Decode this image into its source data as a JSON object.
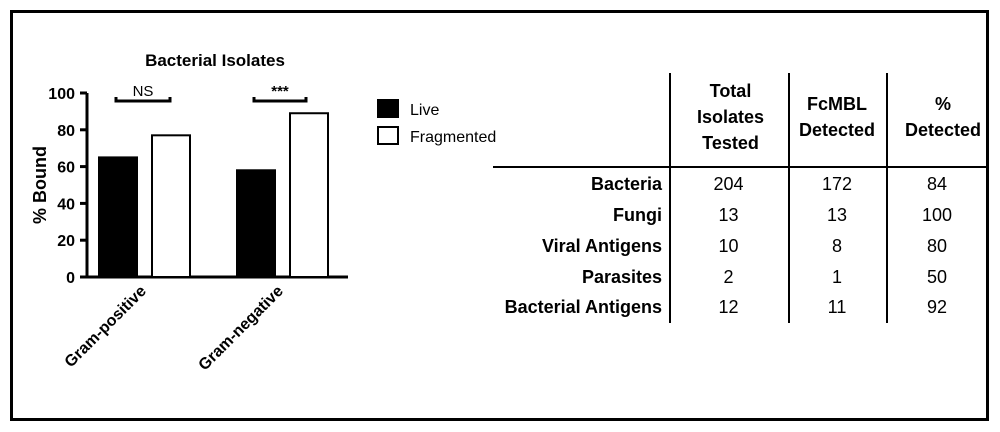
{
  "chart_data": {
    "type": "bar",
    "title": "Bacterial Isolates",
    "ylabel": "% Bound",
    "xlabel": "",
    "categories": [
      "Gram-positive",
      "Gram-negative"
    ],
    "series": [
      {
        "name": "Live",
        "values": [
          65,
          58
        ],
        "color": "#000000"
      },
      {
        "name": "Fragmented",
        "values": [
          77,
          89
        ],
        "color": "#ffffff"
      }
    ],
    "ylim": [
      0,
      100
    ],
    "yticks": [
      "0",
      "20",
      "40",
      "60",
      "80",
      "100"
    ],
    "significance": [
      "NS",
      "***"
    ],
    "legend_position": "right"
  },
  "table": {
    "headers": [
      "Total Isolates Tested",
      "FcMBL Detected",
      "% Detected"
    ],
    "rows": [
      {
        "label": "Bacteria",
        "values": [
          "204",
          "172",
          "84"
        ]
      },
      {
        "label": "Fungi",
        "values": [
          "13",
          "13",
          "100"
        ]
      },
      {
        "label": "Viral Antigens",
        "values": [
          "10",
          "8",
          "80"
        ]
      },
      {
        "label": "Parasites",
        "values": [
          "2",
          "1",
          "50"
        ]
      },
      {
        "label": "Bacterial Antigens",
        "values": [
          "12",
          "11",
          "92"
        ]
      }
    ]
  }
}
